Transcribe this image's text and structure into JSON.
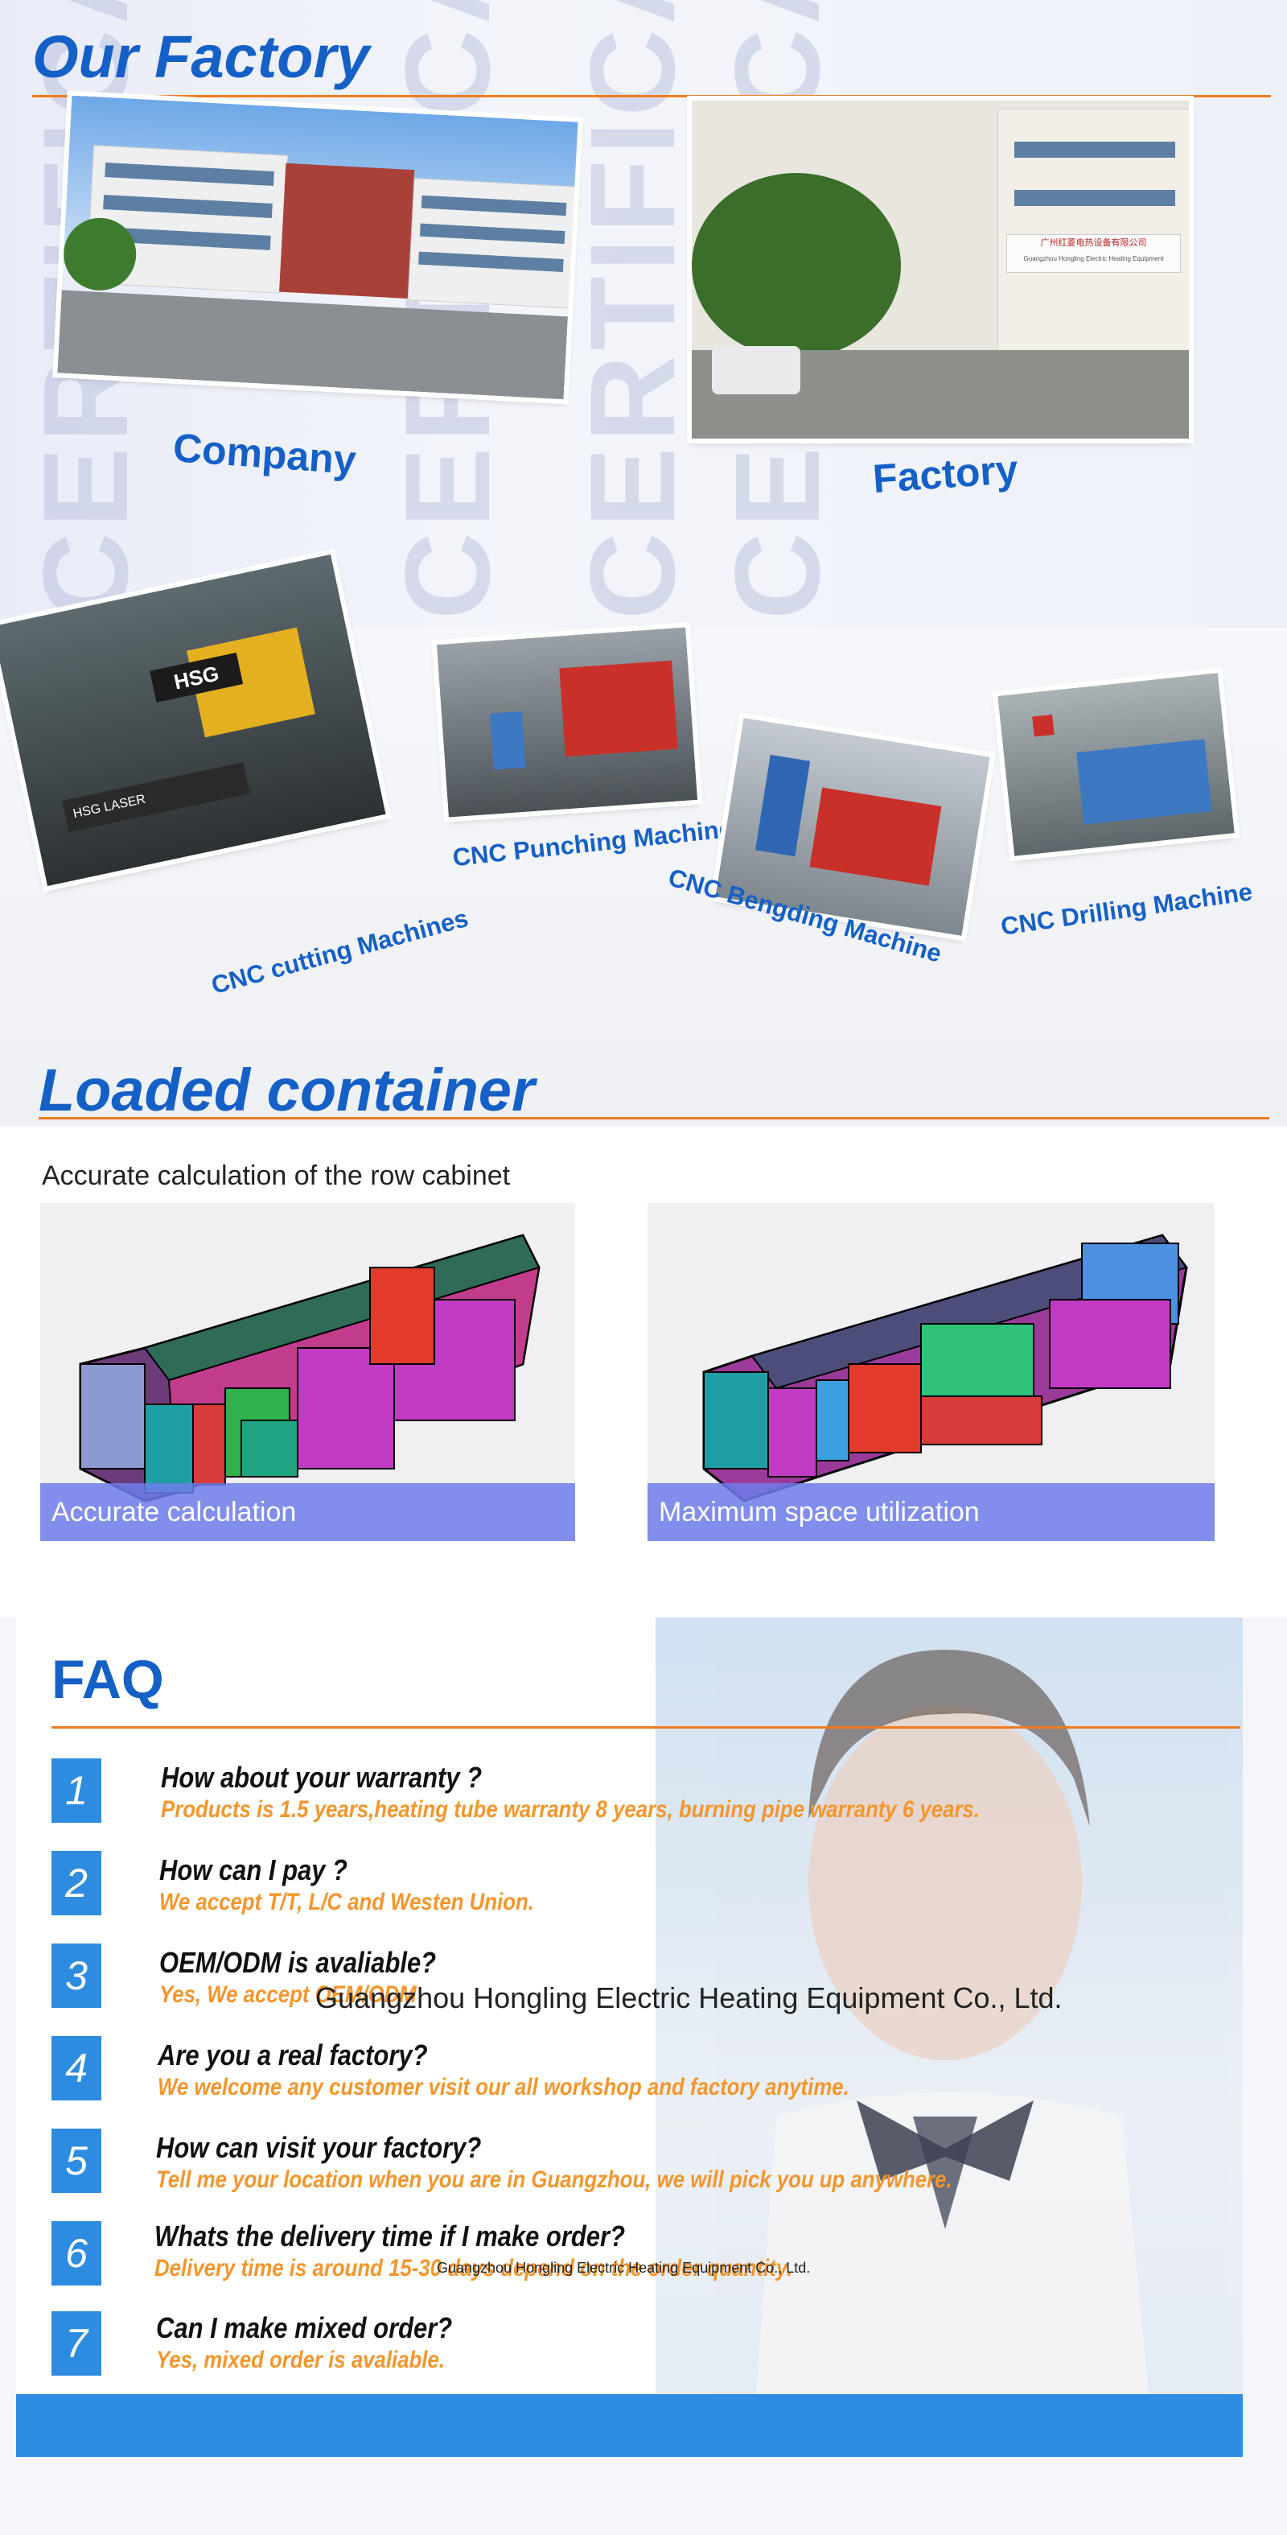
{
  "factory_section": {
    "title": "Our Factory",
    "company_caption": "Company",
    "factory_caption": "Factory",
    "background_text": "CERTIFICATE",
    "photo_signs": {
      "laser_brand": "HSG",
      "laser_panel": "HSG LASER",
      "factory_sign_cn": "广州红菱电热设备有限公司",
      "factory_sign_en": "Guangzhou Hongling Electric Heating Equipment"
    },
    "machines": [
      {
        "caption": "CNC cutting Machines"
      },
      {
        "caption": "CNC Punching Machine"
      },
      {
        "caption": "CNC Bengding Machine"
      },
      {
        "caption": "CNC Drilling Machine"
      }
    ]
  },
  "container_section": {
    "title": "Loaded container",
    "subtitle": "Accurate calculation of the row cabinet",
    "cards": [
      {
        "label": "Accurate calculation"
      },
      {
        "label": "Maximum space utilization"
      }
    ]
  },
  "faq_section": {
    "title": "FAQ",
    "items": [
      {
        "number": "1",
        "question": "How about your warranty ?",
        "answer": "Products is 1.5 years,heating tube warranty 8 years, burning pipe warranty 6 years."
      },
      {
        "number": "2",
        "question": "How can I pay ?",
        "answer": "We accept T/T, L/C and Westen Union."
      },
      {
        "number": "3",
        "question": "OEM/ODM is avaliable?",
        "answer": "Yes, We accept OEM/ODM"
      },
      {
        "number": "4",
        "question": "Are you a real factory?",
        "answer": "We welcome any customer visit our all workshop and factory anytime."
      },
      {
        "number": "5",
        "question": "How can visit your factory?",
        "answer": "Tell me your location when you are in Guangzhou, we will pick you up anywhere."
      },
      {
        "number": "6",
        "question": "Whats the delivery time if I make order?",
        "answer": "Delivery time is around 15-30 days depend on the order quantity."
      },
      {
        "number": "7",
        "question": "Can I make mixed order?",
        "answer": "Yes, mixed order is avaliable."
      }
    ],
    "company_overlay": "Guangzhou Hongling Electric Heating Equipment Co., Ltd.",
    "company_overlay_small": "Guangzhou Hongling Electric Heating Equipment Co., Ltd."
  },
  "colors": {
    "accent_blue": "#1560c6",
    "rule_orange": "#f07b1e",
    "answer_orange": "#f3962d",
    "number_blue": "#2d8ce0",
    "label_violet": "#6e7deb"
  }
}
